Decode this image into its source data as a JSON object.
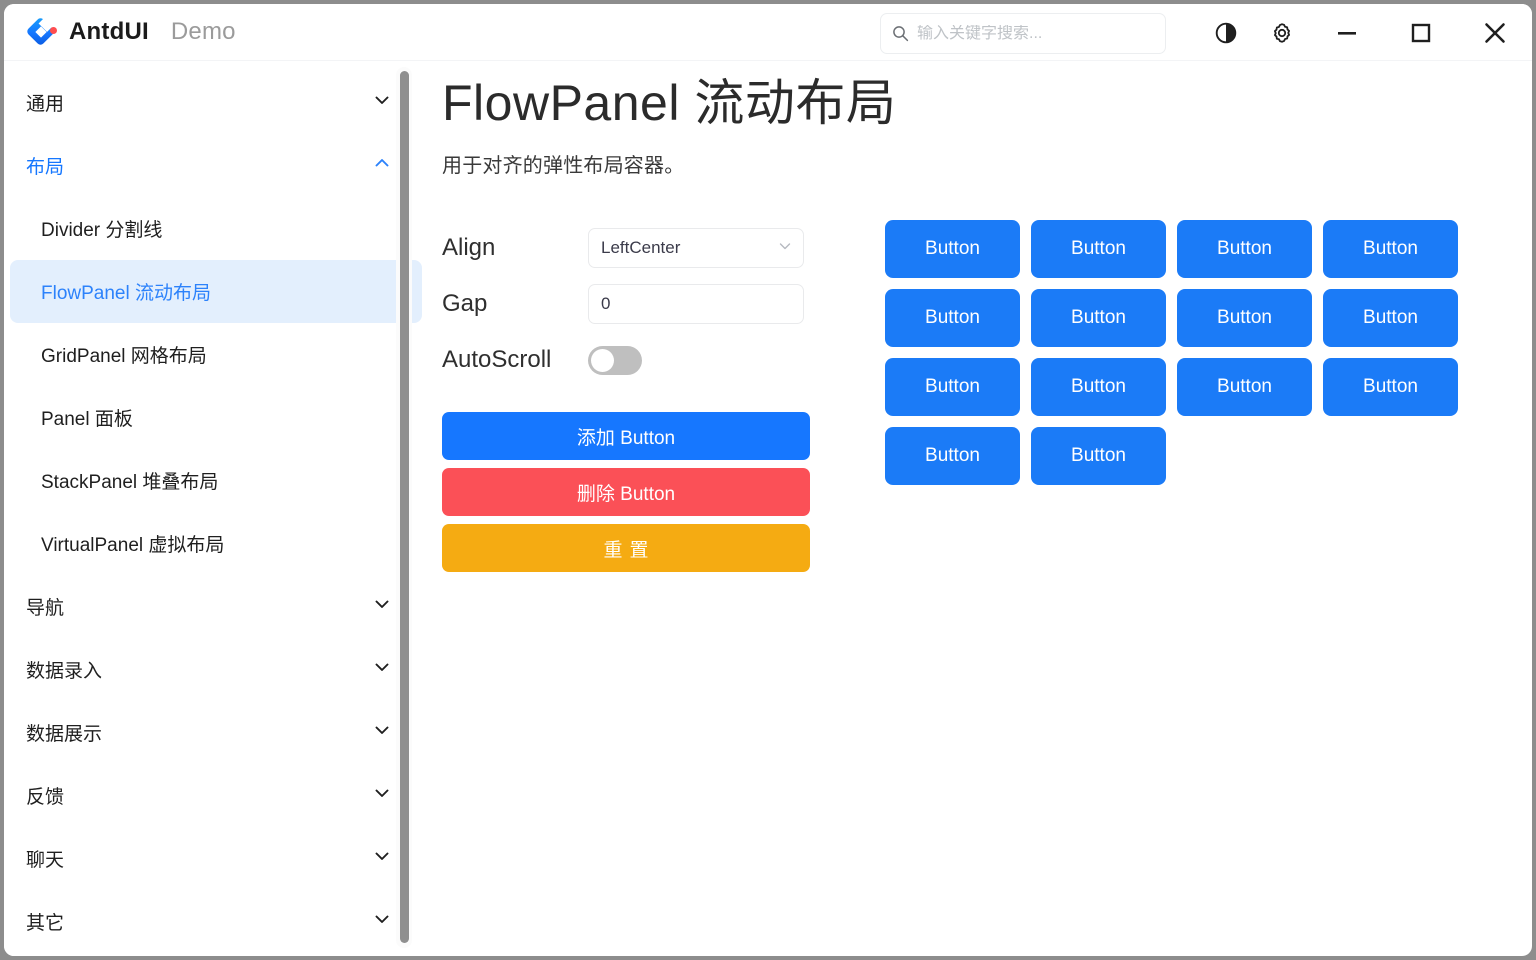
{
  "window": {
    "title": "AntdUI",
    "subtitle": "Demo",
    "controls": [
      {
        "name": "theme-toggle-button",
        "icon": "theme-contrast-icon"
      },
      {
        "name": "settings-button",
        "icon": "gear-icon"
      },
      {
        "name": "minimize-button",
        "icon": "minimize-icon"
      },
      {
        "name": "maximize-button",
        "icon": "maximize-icon"
      },
      {
        "name": "close-button",
        "icon": "close-icon"
      }
    ]
  },
  "search": {
    "icon": "search-icon",
    "placeholder": "输入关键字搜索...",
    "value": ""
  },
  "sidebar": {
    "scrollbar": {
      "name": "sidebar-scrollbar"
    },
    "groups": [
      {
        "label": "通用",
        "expanded": false,
        "chevron": "chevron-down-icon",
        "items": []
      },
      {
        "label": "布局",
        "expanded": true,
        "chevron": "chevron-up-icon",
        "items": [
          {
            "label": "Divider 分割线",
            "selected": false
          },
          {
            "label": "FlowPanel 流动布局",
            "selected": true
          },
          {
            "label": "GridPanel 网格布局",
            "selected": false
          },
          {
            "label": "Panel 面板",
            "selected": false
          },
          {
            "label": "StackPanel 堆叠布局",
            "selected": false
          },
          {
            "label": "VirtualPanel 虚拟布局",
            "selected": false
          }
        ]
      },
      {
        "label": "导航",
        "expanded": false,
        "chevron": "chevron-down-icon",
        "items": []
      },
      {
        "label": "数据录入",
        "expanded": false,
        "chevron": "chevron-down-icon",
        "items": []
      },
      {
        "label": "数据展示",
        "expanded": false,
        "chevron": "chevron-down-icon",
        "items": []
      },
      {
        "label": "反馈",
        "expanded": false,
        "chevron": "chevron-down-icon",
        "items": []
      },
      {
        "label": "聊天",
        "expanded": false,
        "chevron": "chevron-down-icon",
        "items": []
      },
      {
        "label": "其它",
        "expanded": false,
        "chevron": "chevron-down-icon",
        "items": []
      }
    ]
  },
  "main": {
    "title": "FlowPanel 流动布局",
    "description": "用于对齐的弹性布局容器。",
    "controls": {
      "align": {
        "label": "Align",
        "value": "LeftCenter",
        "chevron": "chevron-down-icon"
      },
      "gap": {
        "label": "Gap",
        "value": "0",
        "placeholder": ""
      },
      "autoscroll": {
        "label": "AutoScroll",
        "checked": false
      },
      "add_button": "添加 Button",
      "delete_button": "删除 Button",
      "reset_button": "重置"
    },
    "flow_panel": {
      "item_label": "Button",
      "item_count": 14,
      "rows": [
        4,
        4,
        4,
        2
      ]
    }
  },
  "colors": {
    "primary": "#1677ff",
    "flow_button": "#1b7bf7",
    "danger": "#fb5057",
    "warning": "#f5ab12",
    "selected_bg": "#e3effd",
    "selected_text": "#2c82fb",
    "window_bg": "#ffffff",
    "desktop_bg": "#8d8d8d"
  }
}
